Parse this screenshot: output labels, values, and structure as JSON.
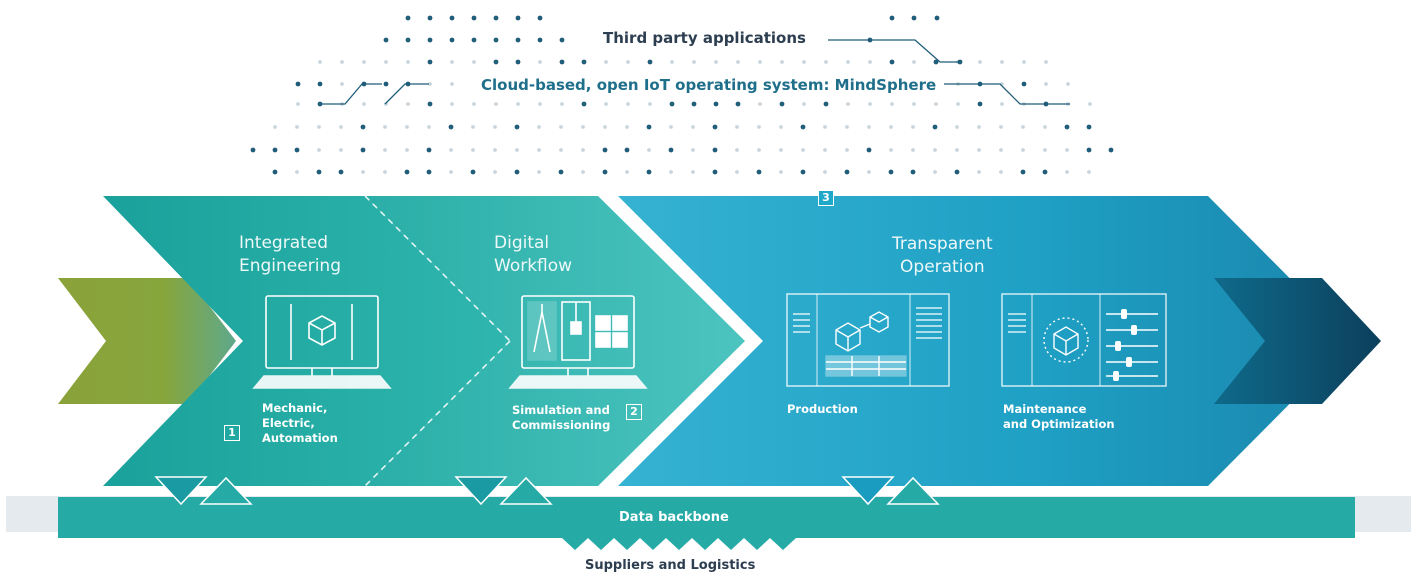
{
  "cloud": {
    "third_party": "Third party applications",
    "operating_system": "Cloud-based, open IoT operating system: MindSphere"
  },
  "stages": {
    "integrated_engineering": {
      "title_line1": "Integrated",
      "title_line2": "Engineering",
      "desc_line1": "Mechanic,",
      "desc_line2": "Electric,",
      "desc_line3": "Automation",
      "badge": "1"
    },
    "digital_workflow": {
      "title_line1": "Digital",
      "title_line2": "Workflow",
      "desc_line1": "Simulation and",
      "desc_line2": "Commissioning",
      "badge": "2"
    },
    "transparent_operation": {
      "title_line1": "Transparent",
      "title_line2": "Operation",
      "badge": "3",
      "production_label": "Production",
      "maintenance_line1": "Maintenance",
      "maintenance_line2": "and Optimization"
    }
  },
  "backbone": {
    "label": "Data backbone"
  },
  "footer": {
    "label": "Suppliers and Logistics"
  },
  "colors": {
    "olive": "#8aa23a",
    "teal_light": "#2bb3ad",
    "teal": "#1aa0a8",
    "blue": "#1e9fc4",
    "navy": "#0d4f6c",
    "backbone": "#25aaa6",
    "grid_band": "#e4eaee",
    "dot_dark": "#1f5d7a",
    "dot_light": "#c9d5dc"
  },
  "icons": [
    "monitor-cube-icon",
    "monitor-tools-icon",
    "production-dashboard-icon",
    "maintenance-dashboard-icon"
  ]
}
